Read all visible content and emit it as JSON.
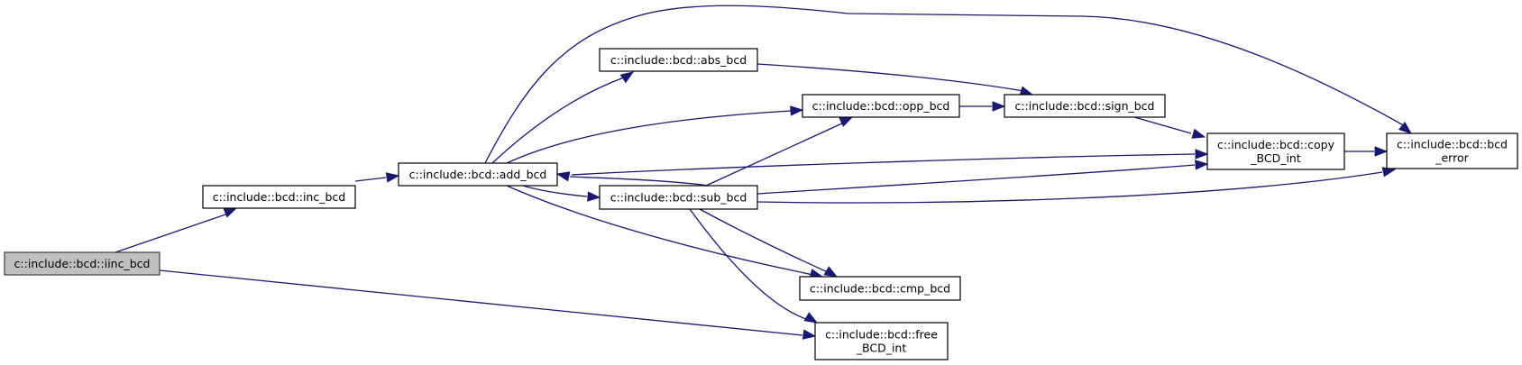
{
  "diagram": {
    "type": "call-graph",
    "colors": {
      "edge": "#191970",
      "root_fill": "#bfbfbf",
      "node_fill": "#ffffff",
      "node_border": "#000000"
    },
    "nodes": [
      {
        "id": "iinc_bcd",
        "lines": [
          "c::include::bcd::iinc_bcd"
        ],
        "root": true
      },
      {
        "id": "inc_bcd",
        "lines": [
          "c::include::bcd::inc_bcd"
        ]
      },
      {
        "id": "add_bcd",
        "lines": [
          "c::include::bcd::add_bcd"
        ]
      },
      {
        "id": "abs_bcd",
        "lines": [
          "c::include::bcd::abs_bcd"
        ]
      },
      {
        "id": "opp_bcd",
        "lines": [
          "c::include::bcd::opp_bcd"
        ]
      },
      {
        "id": "sign_bcd",
        "lines": [
          "c::include::bcd::sign_bcd"
        ]
      },
      {
        "id": "copy_BCD_int",
        "lines": [
          "c::include::bcd::copy",
          "_BCD_int"
        ]
      },
      {
        "id": "bcd_error",
        "lines": [
          "c::include::bcd::bcd",
          "_error"
        ]
      },
      {
        "id": "sub_bcd",
        "lines": [
          "c::include::bcd::sub_bcd"
        ]
      },
      {
        "id": "cmp_bcd",
        "lines": [
          "c::include::bcd::cmp_bcd"
        ]
      },
      {
        "id": "free_BCD_int",
        "lines": [
          "c::include::bcd::free",
          "_BCD_int"
        ]
      }
    ],
    "edges": [
      {
        "from": "iinc_bcd",
        "to": "inc_bcd"
      },
      {
        "from": "iinc_bcd",
        "to": "free_BCD_int"
      },
      {
        "from": "inc_bcd",
        "to": "add_bcd"
      },
      {
        "from": "add_bcd",
        "to": "bcd_error"
      },
      {
        "from": "add_bcd",
        "to": "abs_bcd"
      },
      {
        "from": "add_bcd",
        "to": "opp_bcd"
      },
      {
        "from": "add_bcd",
        "to": "copy_BCD_int"
      },
      {
        "from": "add_bcd",
        "to": "sub_bcd"
      },
      {
        "from": "add_bcd",
        "to": "cmp_bcd"
      },
      {
        "from": "abs_bcd",
        "to": "sign_bcd"
      },
      {
        "from": "opp_bcd",
        "to": "sign_bcd"
      },
      {
        "from": "sign_bcd",
        "to": "copy_BCD_int"
      },
      {
        "from": "copy_BCD_int",
        "to": "bcd_error"
      },
      {
        "from": "sub_bcd",
        "to": "add_bcd"
      },
      {
        "from": "sub_bcd",
        "to": "opp_bcd"
      },
      {
        "from": "sub_bcd",
        "to": "copy_BCD_int"
      },
      {
        "from": "sub_bcd",
        "to": "bcd_error"
      },
      {
        "from": "sub_bcd",
        "to": "cmp_bcd"
      },
      {
        "from": "sub_bcd",
        "to": "free_BCD_int"
      }
    ]
  }
}
